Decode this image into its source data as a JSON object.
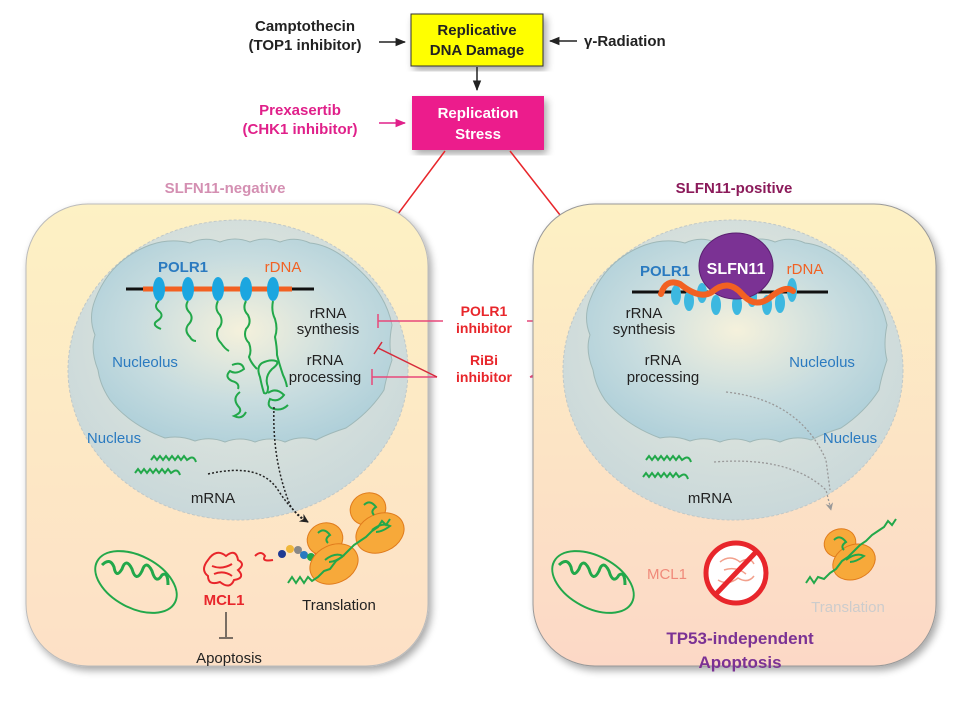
{
  "top": {
    "camptothecin_line1": "Camptothecin",
    "camptothecin_line2": "(TOP1 inhibitor)",
    "damage_box_line1": "Replicative",
    "damage_box_line2": "DNA Damage",
    "radiation": "γ-Radiation",
    "prexasertib_line1": "Prexasertib",
    "prexasertib_line2": "(CHK1 inhibitor)",
    "stress_box_line1": "Replication",
    "stress_box_line2": "Stress"
  },
  "middle": {
    "polr1_inhibitor_line1": "POLR1",
    "polr1_inhibitor_line2": "inhibitor",
    "ribi_inhibitor_line1": "RiBi",
    "ribi_inhibitor_line2": "inhibitor"
  },
  "left_cell": {
    "title": "SLFN11-negative",
    "polr1": "POLR1",
    "rdna": "rDNA",
    "rrna_synthesis_line1": "rRNA",
    "rrna_synthesis_line2": "synthesis",
    "rrna_processing_line1": "rRNA",
    "rrna_processing_line2": "processing",
    "nucleolus": "Nucleolus",
    "nucleus": "Nucleus",
    "mrna": "mRNA",
    "mcl1": "MCL1",
    "translation": "Translation",
    "apoptosis": "Apoptosis"
  },
  "right_cell": {
    "title": "SLFN11-positive",
    "slfn11": "SLFN11",
    "polr1": "POLR1",
    "rdna": "rDNA",
    "rrna_synthesis_line1": "rRNA",
    "rrna_synthesis_line2": "synthesis",
    "rrna_processing_line1": "rRNA",
    "rrna_processing_line2": "processing",
    "nucleolus": "Nucleolus",
    "nucleus": "Nucleus",
    "mrna": "mRNA",
    "mcl1": "MCL1",
    "translation": "Translation",
    "apoptosis_line1": "TP53-independent",
    "apoptosis_line2": "Apoptosis"
  },
  "colors": {
    "damage_box": "#ffff00",
    "stress_box": "#ec1c8c",
    "inhibitor_red": "#e8262b",
    "inhibitor_line": "#e8487a",
    "polr1_blue": "#2a7ac0",
    "rdna_orange": "#f26122",
    "slfn11_purple": "#7b3294",
    "rna_green": "#22a84a",
    "negative_title": "#d48fb2",
    "positive_title": "#8b1a5a"
  }
}
